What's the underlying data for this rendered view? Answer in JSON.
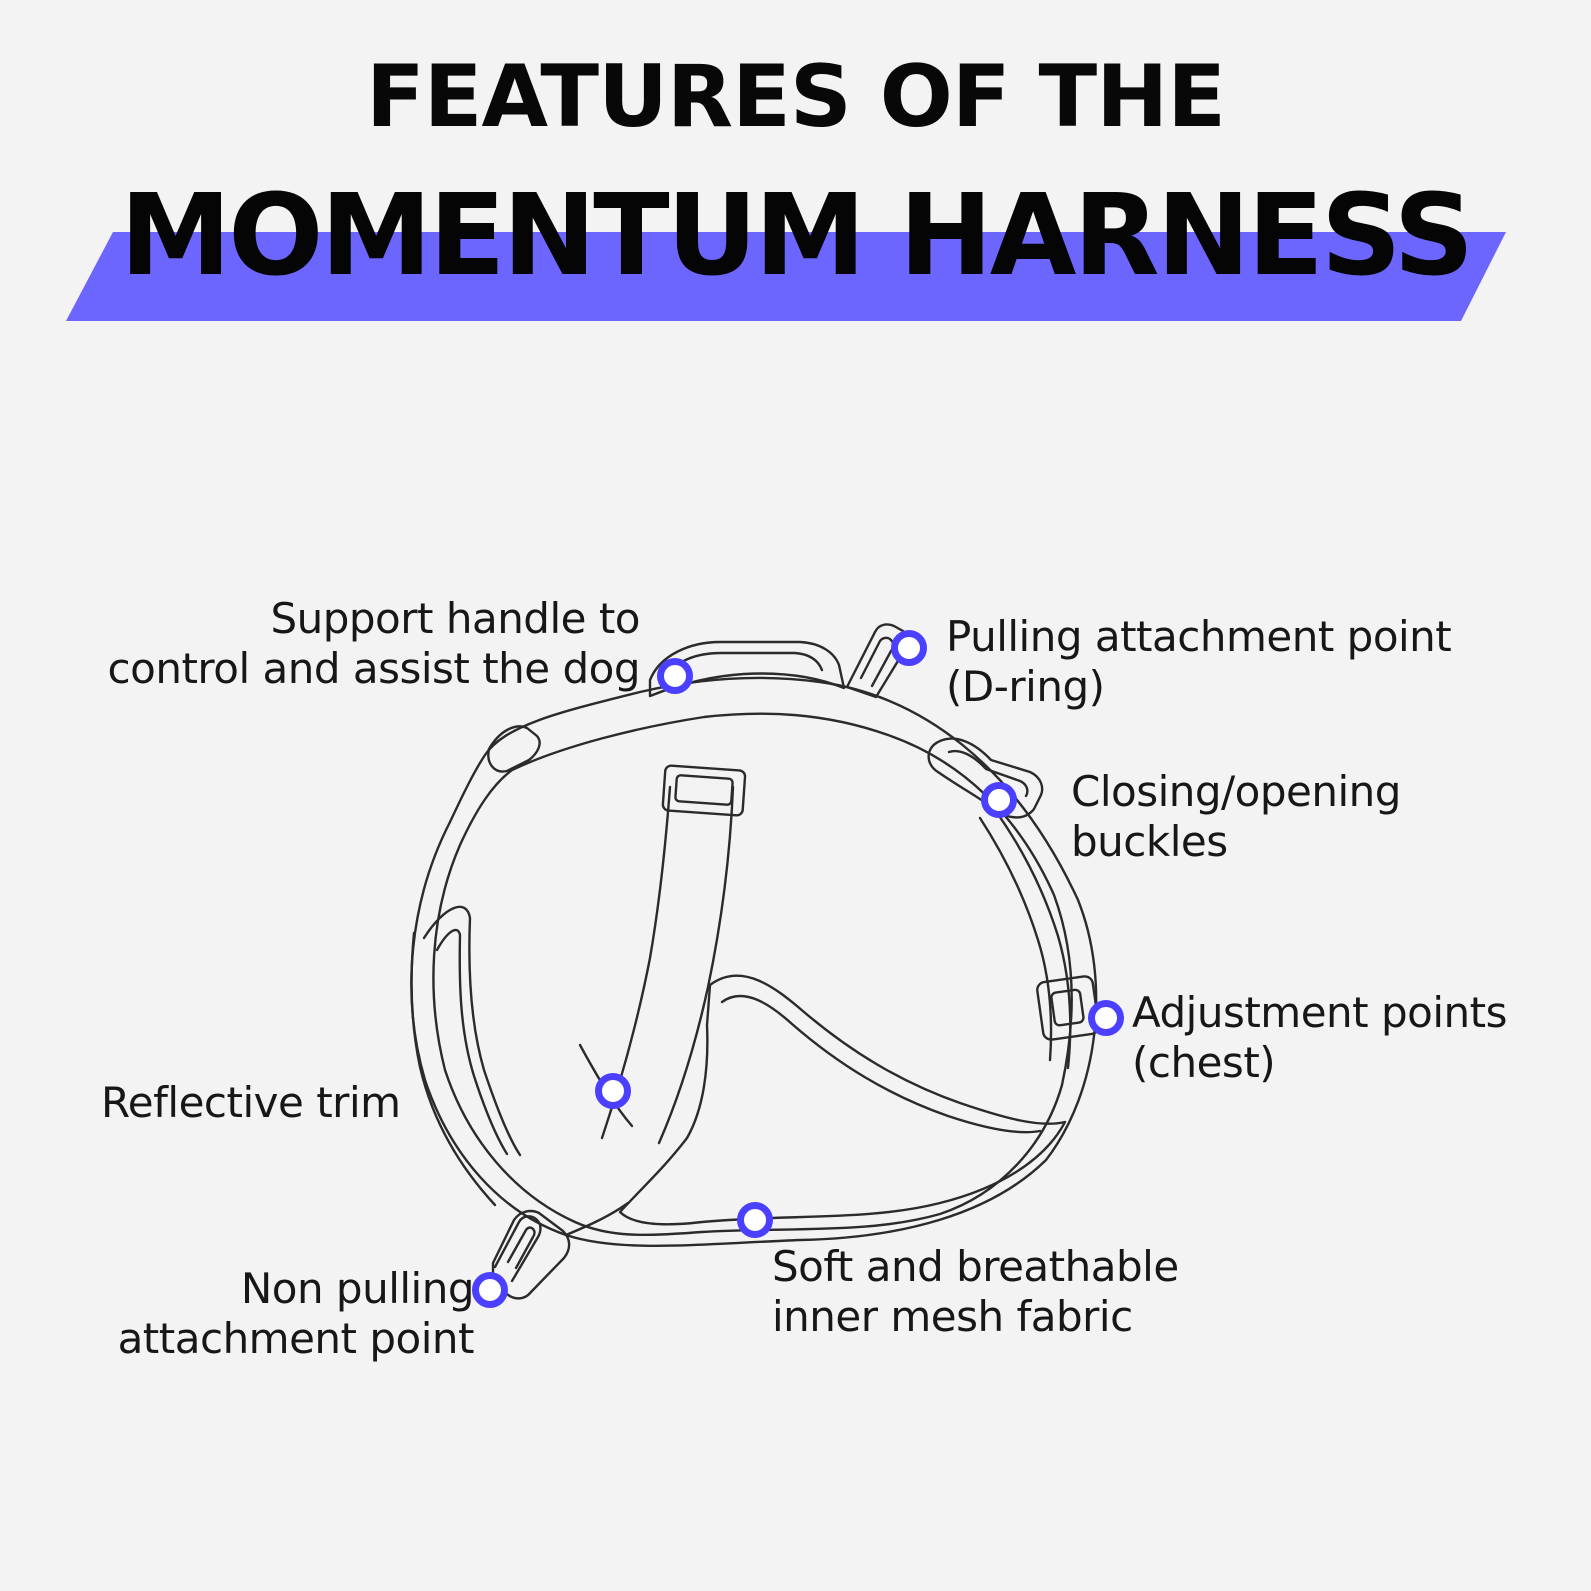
{
  "heading": {
    "top": "FEATURES OF THE",
    "main": "MOMENTUM HARNESS"
  },
  "colors": {
    "background": "#f3f3f3",
    "banner": "#6c66ff",
    "accent_dot": "#4b40ff",
    "line_art": "#2b2b2b"
  },
  "features": [
    {
      "line1": "Support handle to",
      "line2": "control and assist the dog"
    },
    {
      "line1": "Pulling attachment point",
      "line2": "(D-ring)"
    },
    {
      "line1": "Closing/opening",
      "line2": "buckles"
    },
    {
      "line1": "Adjustment points",
      "line2": "(chest)"
    },
    {
      "line1": "Reflective trim",
      "line2": ""
    },
    {
      "line1": "Soft and breathable",
      "line2": "inner mesh fabric"
    },
    {
      "line1": "Non pulling",
      "line2": "attachment point"
    }
  ]
}
